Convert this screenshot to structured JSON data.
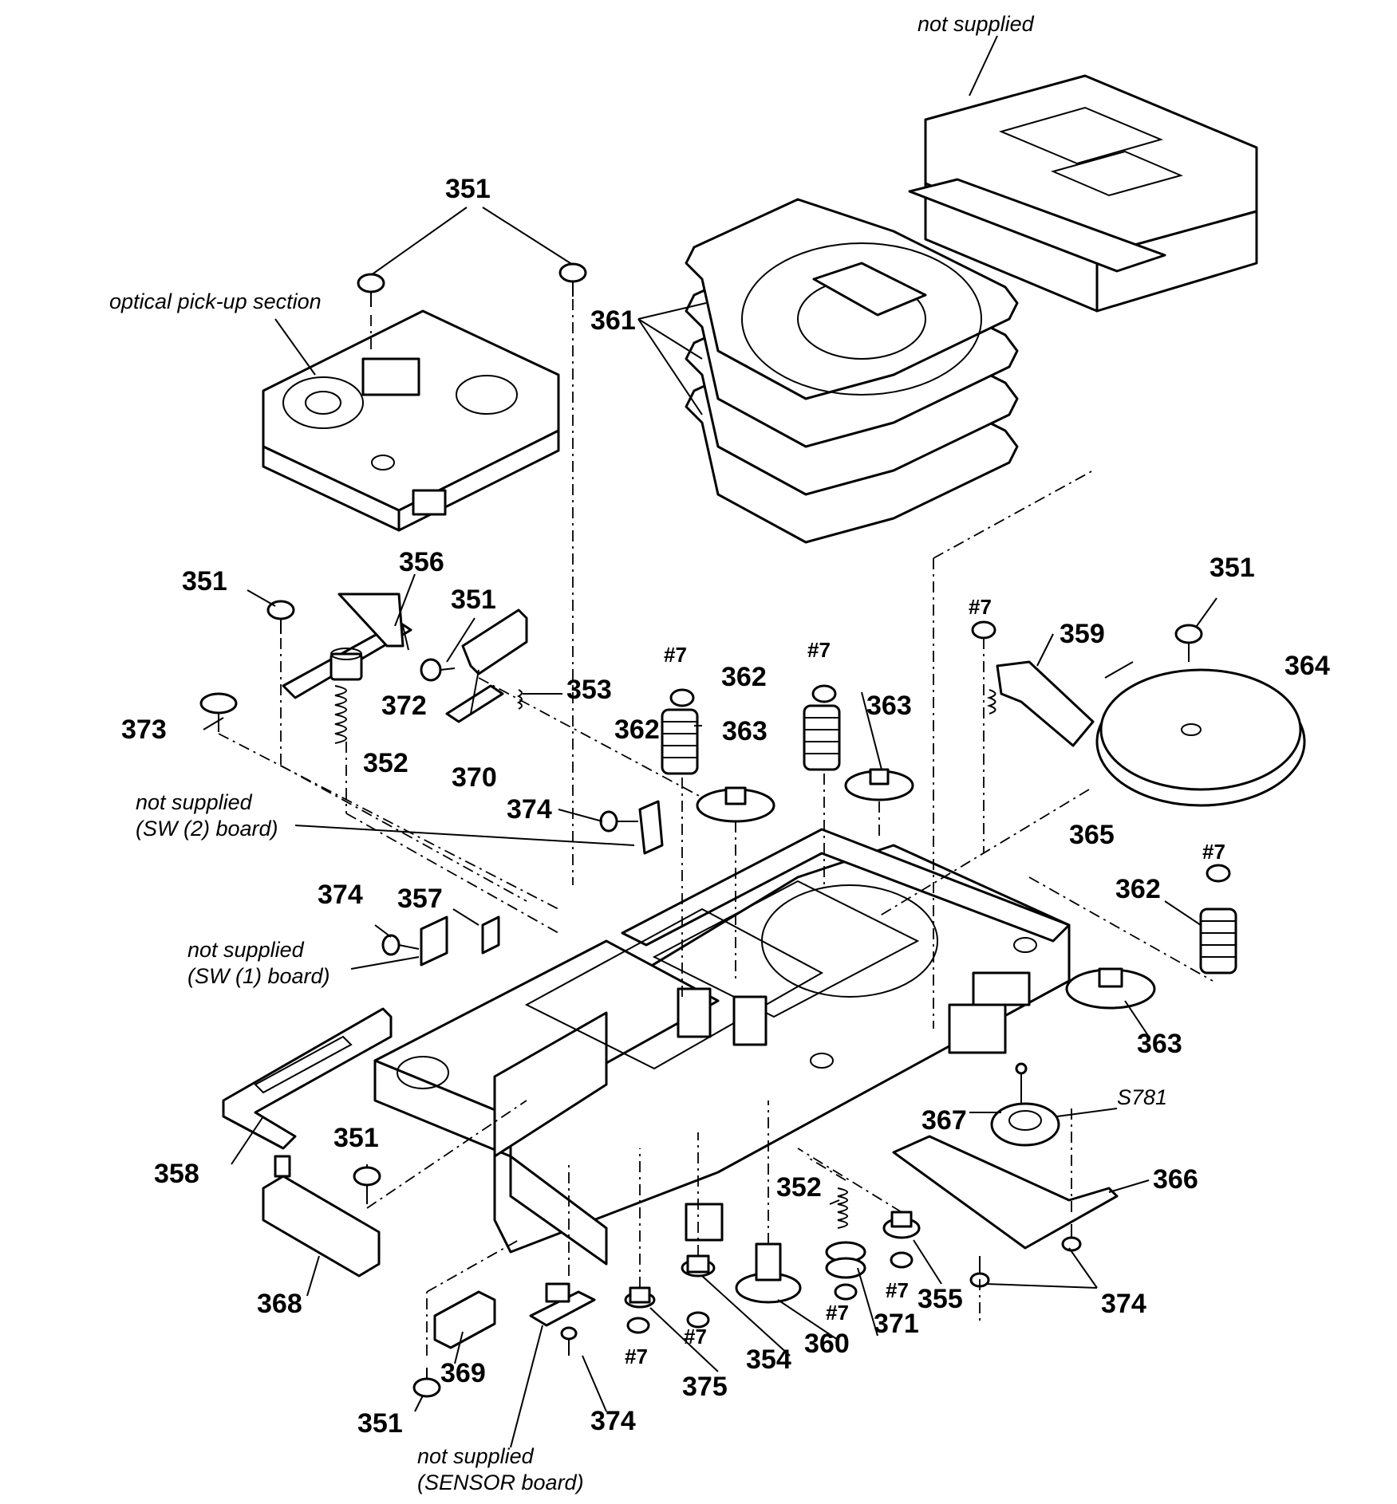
{
  "notes": {
    "not_supplied_top": "not supplied",
    "optical": "optical pick-up section",
    "sw2_line1": "not supplied",
    "sw2_line2": "(SW (2) board)",
    "sw1_line1": "not supplied",
    "sw1_line2": "(SW (1) board)",
    "sensor_line1": "not supplied",
    "sensor_line2": "(SENSOR board)",
    "s781": "S781"
  },
  "labels": {
    "l351": "351",
    "l352": "352",
    "l353": "353",
    "l354": "354",
    "l355": "355",
    "l356": "356",
    "l357": "357",
    "l358": "358",
    "l359": "359",
    "l360": "360",
    "l361": "361",
    "l362": "362",
    "l363": "363",
    "l364": "364",
    "l365": "365",
    "l366": "366",
    "l367": "367",
    "l368": "368",
    "l369": "369",
    "l370": "370",
    "l371": "371",
    "l372": "372",
    "l373": "373",
    "l374": "374",
    "l375": "375",
    "screw7": "#7"
  }
}
